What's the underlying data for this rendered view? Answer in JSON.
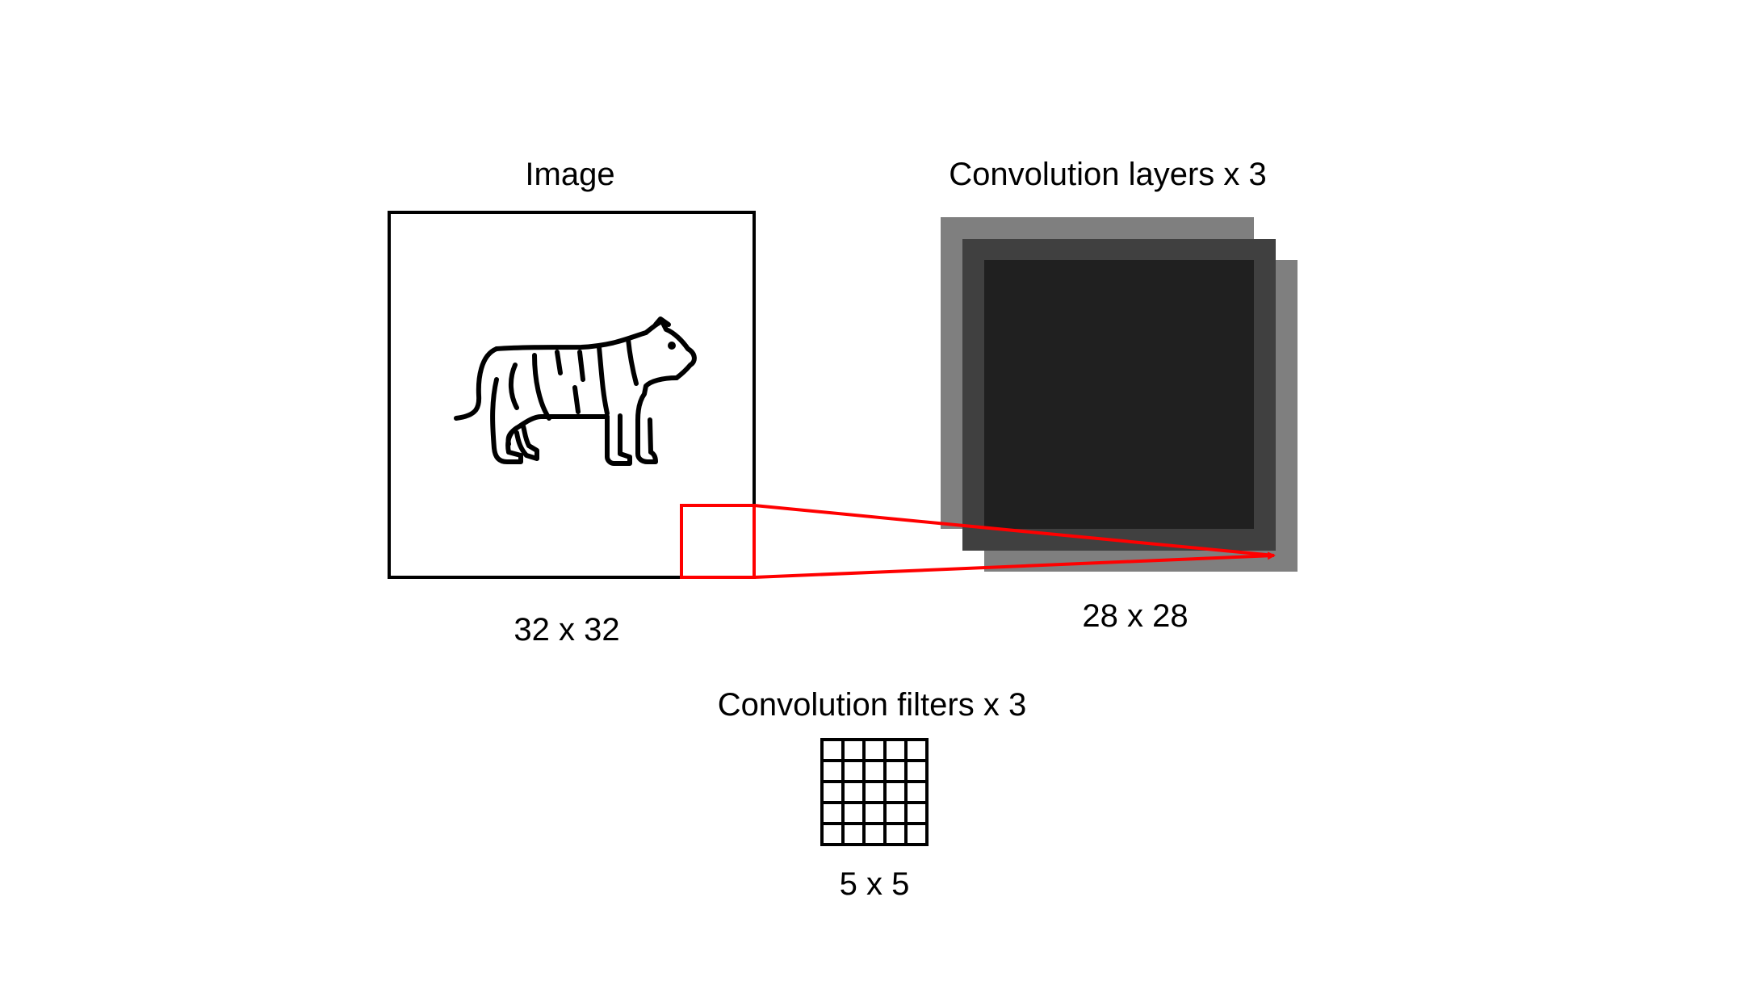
{
  "image_block": {
    "title": "Image",
    "size_label": "32 x 32",
    "content_icon": "tiger-icon"
  },
  "layers_block": {
    "title": "Convolution layers x 3",
    "size_label": "28 x 28",
    "layer_count": 3
  },
  "filters_block": {
    "title": "Convolution filters x 3",
    "size_label": "5 x 5",
    "grid_rows": 5,
    "grid_cols": 5
  },
  "colors": {
    "outline": "#000000",
    "highlight": "#ff0000",
    "layer_back": "#7f7f7f",
    "layer_middle": "#404040",
    "layer_front": "#202020"
  }
}
